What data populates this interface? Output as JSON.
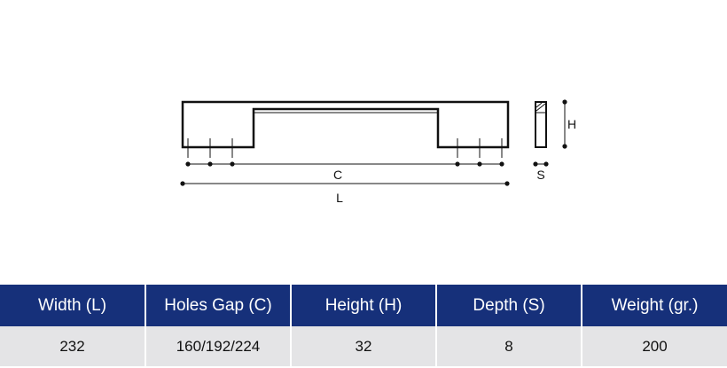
{
  "diagram": {
    "dimension_labels": {
      "holes_gap": "C",
      "length": "L",
      "height": "H",
      "depth": "S"
    }
  },
  "spec_table": {
    "headers": [
      "Width (L)",
      "Holes Gap (C)",
      "Height (H)",
      "Depth (S)",
      "Weight (gr.)"
    ],
    "values": [
      "232",
      "160/192/224",
      "32",
      "8",
      "200"
    ]
  },
  "colors": {
    "header_background": "#16307a",
    "header_text": "#ffffff",
    "value_background": "#e4e4e6",
    "line": "#111111"
  }
}
